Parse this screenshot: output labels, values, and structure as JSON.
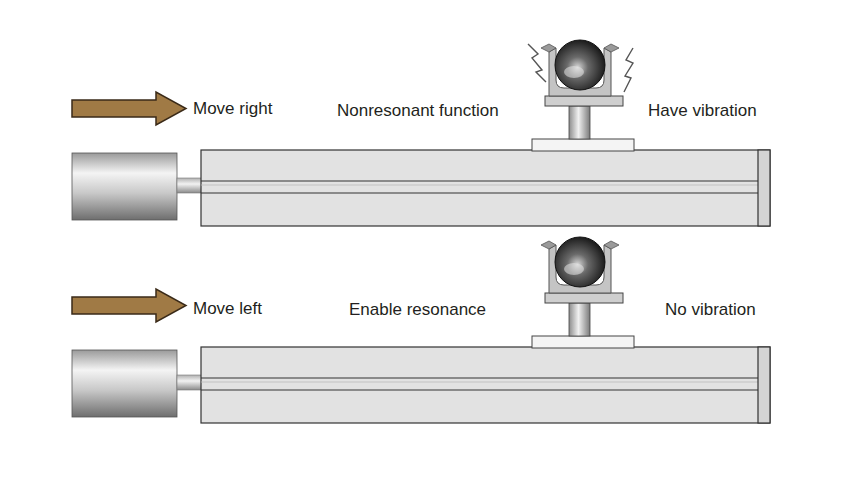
{
  "diagram": {
    "labels": [
      "Move right",
      "Nonresonant function",
      "Have vibration",
      "Move left",
      "Enable resonance",
      "No vibration"
    ]
  }
}
